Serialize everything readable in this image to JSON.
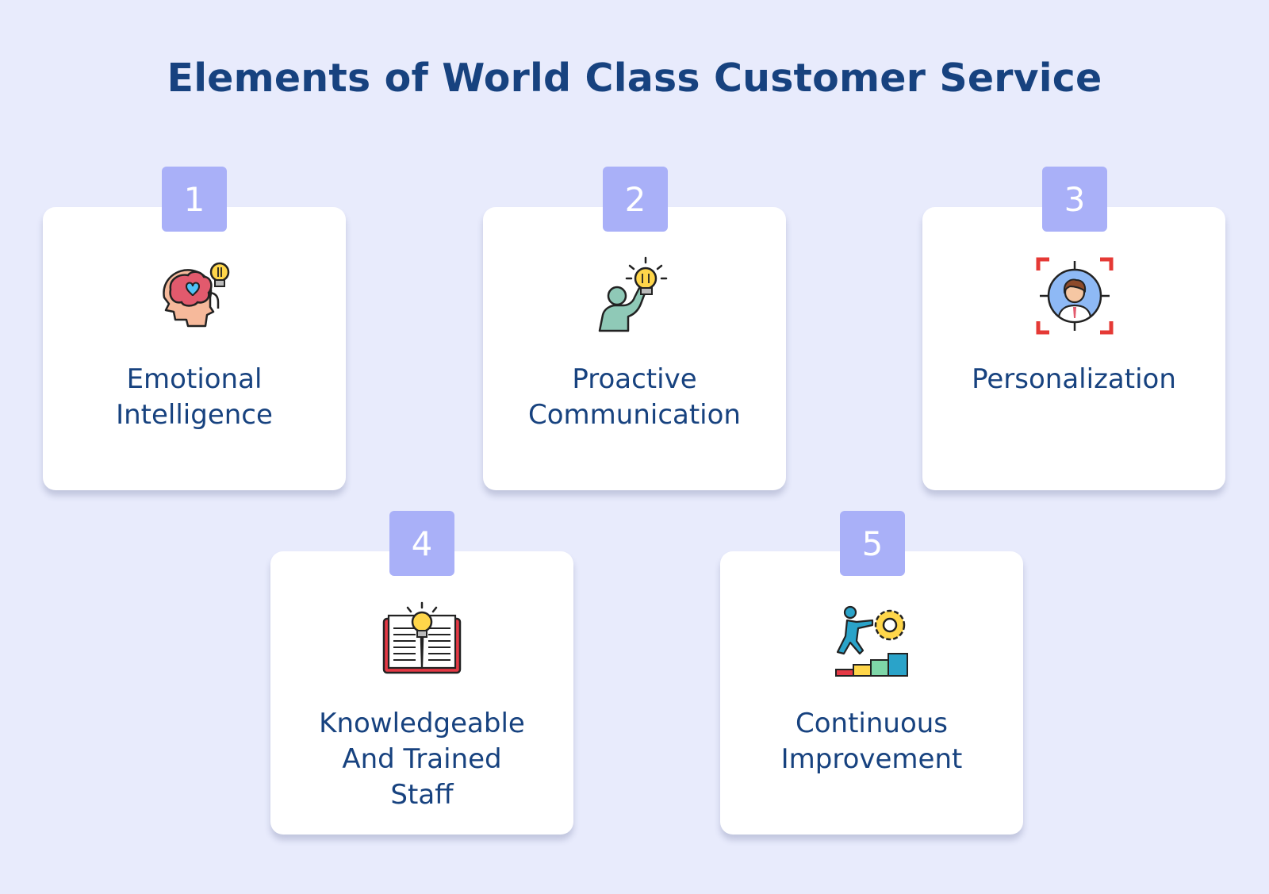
{
  "title": "Elements of World Class Customer Service",
  "items": [
    {
      "number": "1",
      "label": "Emotional\nIntelligence",
      "icon": "brain-lightbulb-icon"
    },
    {
      "number": "2",
      "label": "Proactive\nCommunication",
      "icon": "person-lightbulb-icon"
    },
    {
      "number": "3",
      "label": "Personalization",
      "icon": "target-person-icon"
    },
    {
      "number": "4",
      "label": "Knowledgeable\nAnd Trained\nStaff",
      "icon": "book-lightbulb-icon"
    },
    {
      "number": "5",
      "label": "Continuous\nImprovement",
      "icon": "steps-gear-icon"
    }
  ],
  "colors": {
    "background": "#e8ebfc",
    "title": "#17427f",
    "badge": "#a9b0f8",
    "card": "#ffffff"
  }
}
